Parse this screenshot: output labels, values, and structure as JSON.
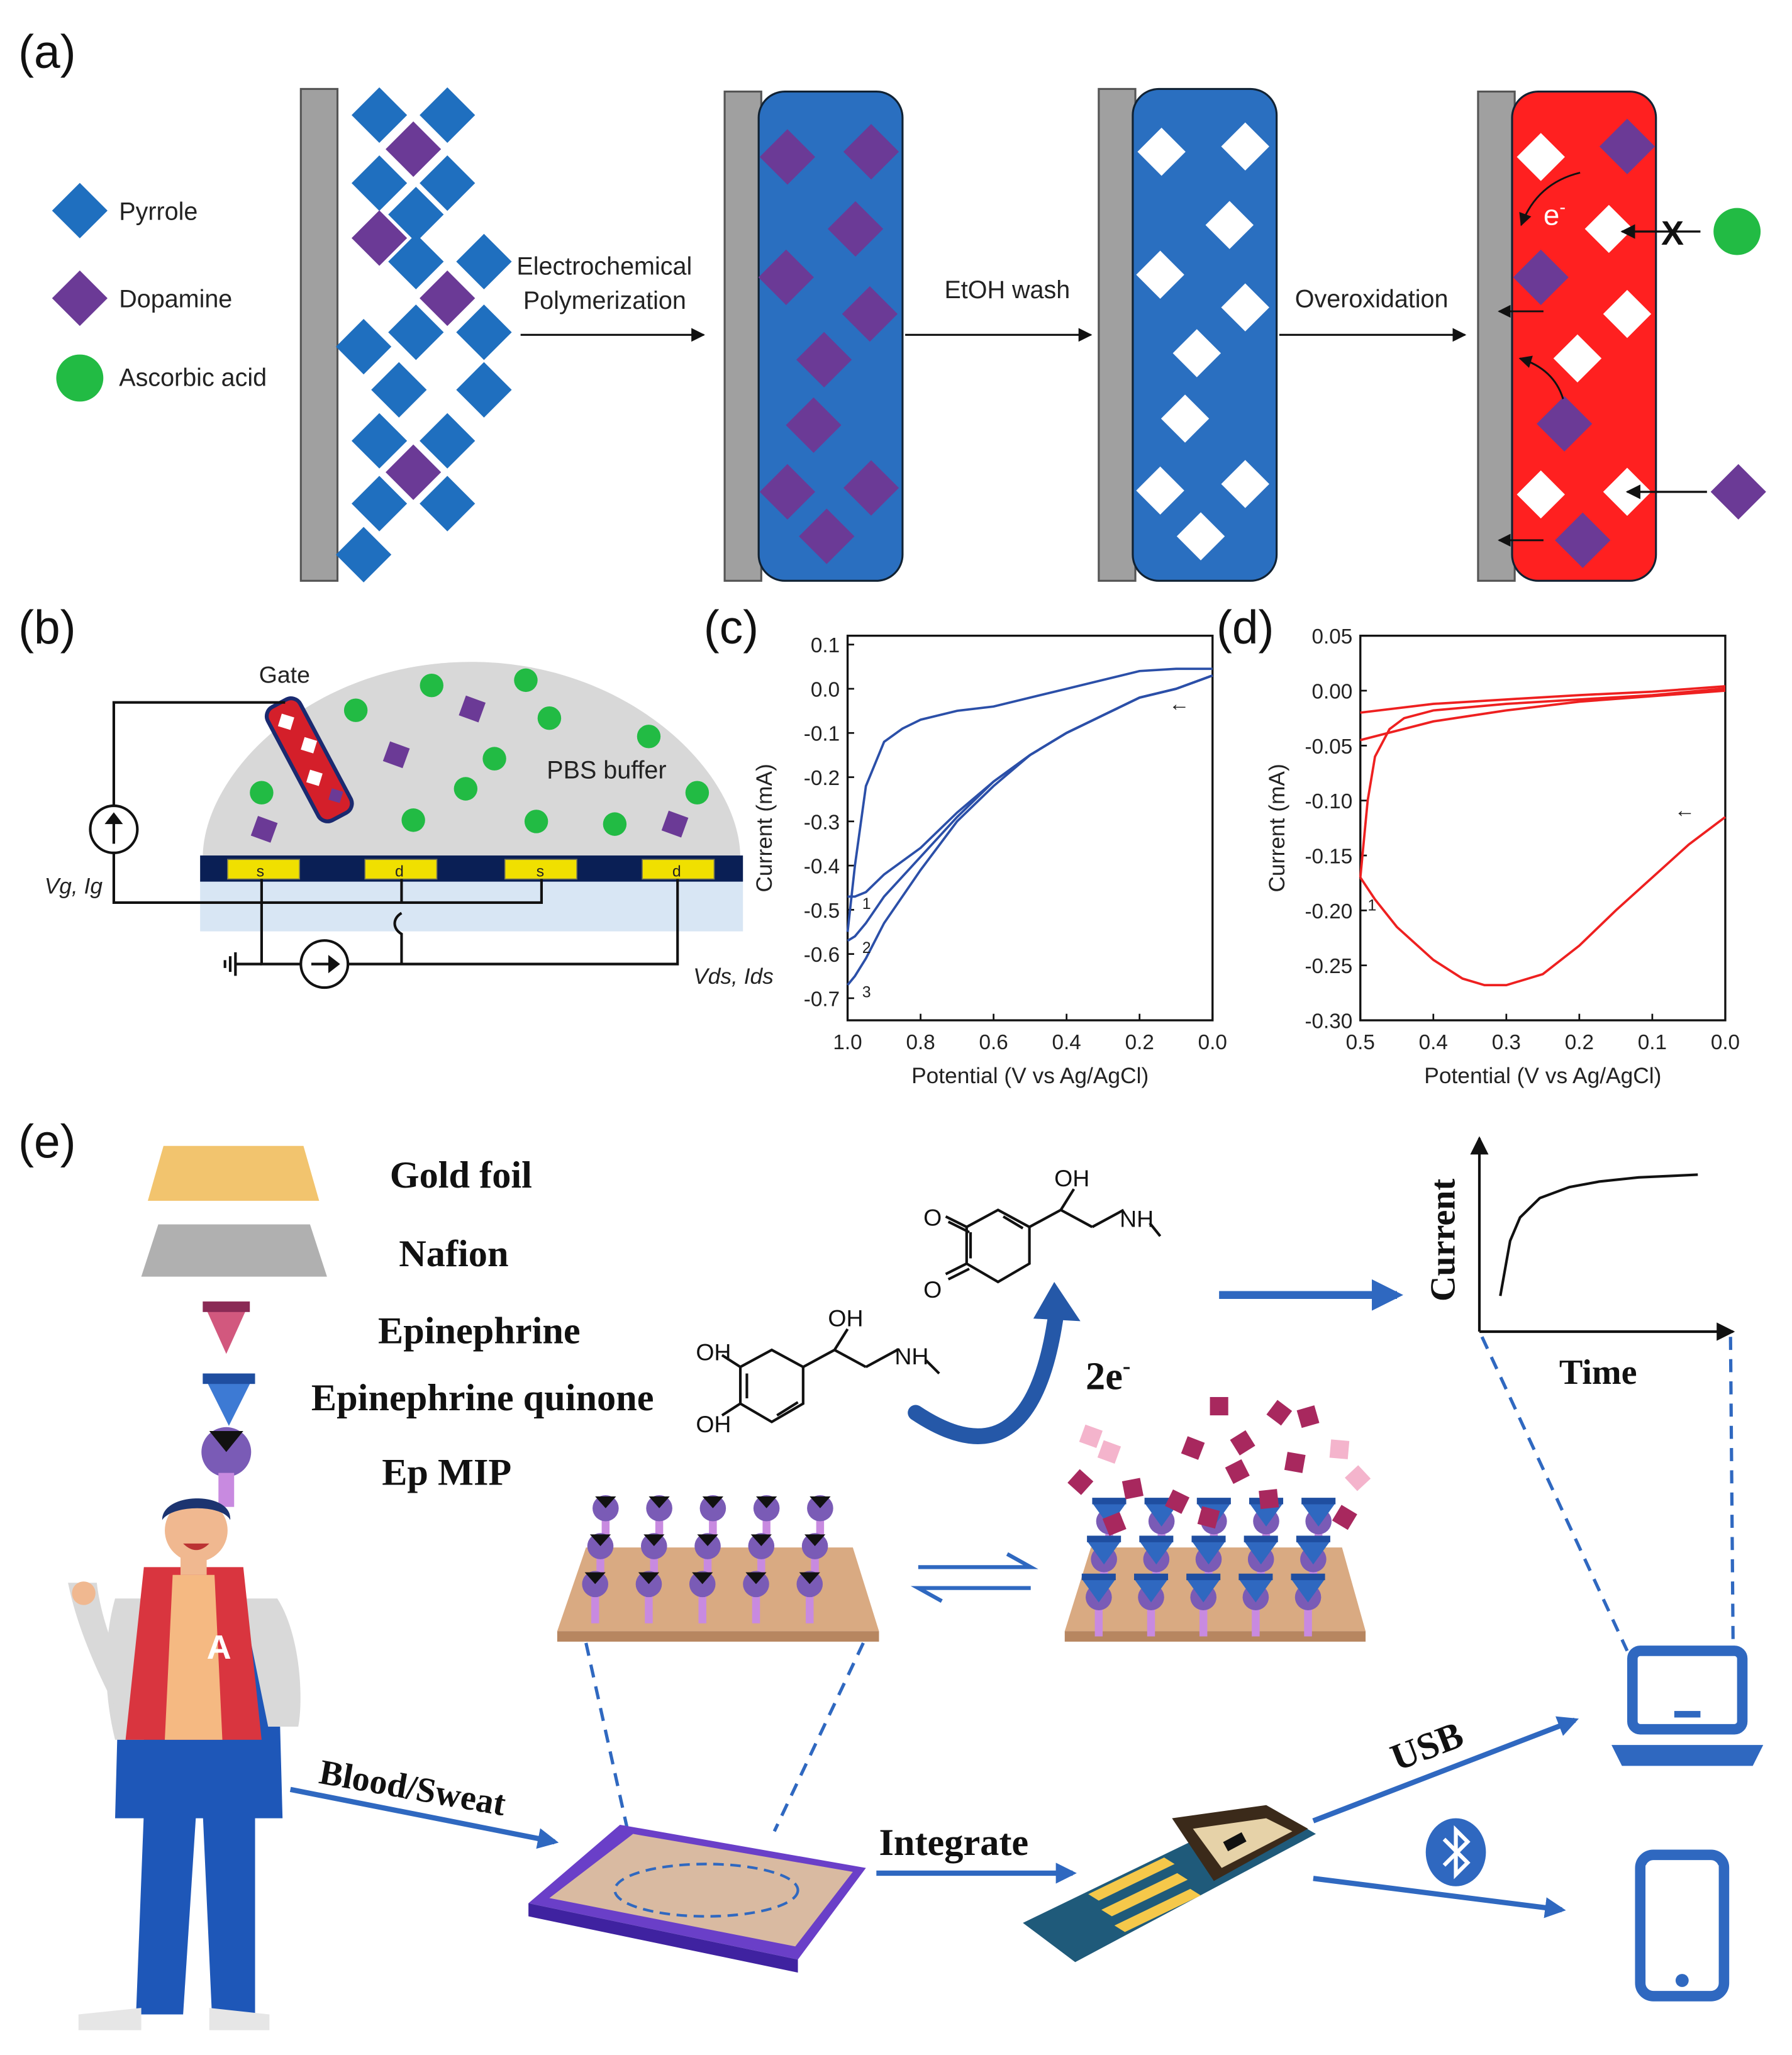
{
  "panel_labels": {
    "a": "(a)",
    "b": "(b)",
    "c": "(c)",
    "d": "(d)",
    "e": "(e)"
  },
  "panel_a": {
    "legend": {
      "pyrrole": "Pyrrole",
      "dopamine": "Dopamine",
      "ascorbic_acid": "Ascorbic acid"
    },
    "colors": {
      "pyrrole": "#1f6fbf",
      "dopamine": "#6b3a96",
      "ascorbic_acid": "#22bb44",
      "polymer": "#2a6fc0",
      "overoxidized": "#ff2020",
      "electrode": "#a0a0a0"
    },
    "step1_line1": "Electrochemical",
    "step1_line2": "Polymerization",
    "step2": "EtOH wash",
    "step3": "Overoxidation",
    "electron": "e",
    "electron_sup": "-",
    "block_mark": "X"
  },
  "panel_b": {
    "gate": "Gate",
    "buffer": "PBS buffer",
    "vg_ig": "Vg, Ig",
    "vds_ids": "Vds, Ids",
    "source": "s",
    "drain": "d"
  },
  "chart_data": [
    {
      "type": "line",
      "panel": "c",
      "color": "#2b4fa8",
      "xlabel": "Potential (V vs Ag/AgCl)",
      "ylabel": "Current (mA)",
      "xlim": [
        1.0,
        0.0
      ],
      "ylim": [
        -0.75,
        0.12
      ],
      "xticks": [
        "1.0",
        "0.8",
        "0.6",
        "0.4",
        "0.2",
        "0.0"
      ],
      "yticks": [
        "0.1",
        "0.0",
        "-0.1",
        "-0.2",
        "-0.3",
        "-0.4",
        "-0.5",
        "-0.6",
        "-0.7"
      ],
      "cycle_labels": [
        "1",
        "2",
        "3"
      ],
      "arrow": "←",
      "series": [
        {
          "x": [
            0.0,
            0.1,
            0.2,
            0.3,
            0.4,
            0.5,
            0.6,
            0.7,
            0.8,
            0.9,
            0.95,
            0.98,
            1.0
          ],
          "y": [
            0.03,
            0.0,
            -0.02,
            -0.06,
            -0.1,
            -0.15,
            -0.21,
            -0.28,
            -0.36,
            -0.42,
            -0.46,
            -0.47,
            -0.47
          ]
        },
        {
          "x": [
            0.0,
            0.1,
            0.2,
            0.3,
            0.4,
            0.5,
            0.6,
            0.7,
            0.8,
            0.9,
            0.95,
            0.98,
            1.0
          ],
          "y": [
            0.03,
            0.0,
            -0.02,
            -0.06,
            -0.1,
            -0.15,
            -0.21,
            -0.29,
            -0.38,
            -0.47,
            -0.53,
            -0.56,
            -0.57
          ]
        },
        {
          "x": [
            0.0,
            0.1,
            0.2,
            0.3,
            0.4,
            0.5,
            0.6,
            0.7,
            0.8,
            0.9,
            0.95,
            0.98,
            1.0
          ],
          "y": [
            0.03,
            0.0,
            -0.02,
            -0.06,
            -0.1,
            -0.15,
            -0.22,
            -0.3,
            -0.41,
            -0.53,
            -0.61,
            -0.65,
            -0.67
          ]
        },
        {
          "x": [
            1.0,
            0.98,
            0.95,
            0.9,
            0.85,
            0.8,
            0.7,
            0.6,
            0.5,
            0.4,
            0.3,
            0.2,
            0.1,
            0.0
          ],
          "y": [
            -0.55,
            -0.4,
            -0.22,
            -0.12,
            -0.09,
            -0.07,
            -0.05,
            -0.04,
            -0.02,
            0.0,
            0.02,
            0.04,
            0.045,
            0.045
          ]
        }
      ]
    },
    {
      "type": "line",
      "panel": "d",
      "color": "#ee2020",
      "xlabel": "Potential (V vs Ag/AgCl)",
      "ylabel": "Current (mA)",
      "xlim": [
        0.5,
        0.0
      ],
      "ylim": [
        -0.3,
        0.05
      ],
      "xticks": [
        "0.5",
        "0.4",
        "0.3",
        "0.2",
        "0.1",
        "0.0"
      ],
      "yticks": [
        "0.05",
        "0.00",
        "-0.05",
        "-0.10",
        "-0.15",
        "-0.20",
        "-0.25",
        "-0.30"
      ],
      "cycle_labels": [
        "1"
      ],
      "arrow": "←",
      "series": [
        {
          "x": [
            0.0,
            0.05,
            0.1,
            0.15,
            0.2,
            0.25,
            0.3,
            0.33,
            0.36,
            0.4,
            0.45,
            0.48,
            0.5
          ],
          "y": [
            -0.115,
            -0.14,
            -0.17,
            -0.2,
            -0.232,
            -0.258,
            -0.268,
            -0.268,
            -0.262,
            -0.245,
            -0.215,
            -0.19,
            -0.17
          ]
        },
        {
          "x": [
            0.5,
            0.49,
            0.48,
            0.46,
            0.44,
            0.4,
            0.3,
            0.2,
            0.1,
            0.0
          ],
          "y": [
            -0.17,
            -0.1,
            -0.06,
            -0.035,
            -0.025,
            -0.018,
            -0.012,
            -0.008,
            -0.004,
            0.002
          ]
        },
        {
          "x": [
            0.0,
            0.1,
            0.2,
            0.3,
            0.4,
            0.5
          ],
          "y": [
            0.0,
            -0.005,
            -0.01,
            -0.018,
            -0.028,
            -0.045
          ]
        },
        {
          "x": [
            0.5,
            0.4,
            0.3,
            0.2,
            0.1,
            0.0
          ],
          "y": [
            -0.02,
            -0.012,
            -0.008,
            -0.004,
            -0.001,
            0.004
          ]
        }
      ]
    },
    {
      "type": "line",
      "panel": "e-inset",
      "xlabel": "Time",
      "ylabel": "Current",
      "series": [
        {
          "x": [
            0,
            0.05,
            0.1,
            0.2,
            0.35,
            0.5,
            0.7,
            1.0
          ],
          "y": [
            0.05,
            0.45,
            0.62,
            0.76,
            0.84,
            0.88,
            0.91,
            0.93
          ]
        }
      ]
    }
  ],
  "panel_e": {
    "legend": {
      "gold_foil": "Gold foil",
      "nafion": "Nafion",
      "epinephrine": "Epinephrine",
      "epinephrine_quinone": "Epinephrine quinone",
      "ep_mip": "Ep MIP"
    },
    "two_e": "2e",
    "two_e_sup": "-",
    "chem_labels": {
      "oh": "OH",
      "nh": "NH",
      "o": "O"
    },
    "flow": {
      "blood_sweat": "Blood/Sweat",
      "integrate": "Integrate",
      "usb": "USB"
    },
    "person_letter": "A",
    "bluetooth_icon": "bluetooth-icon",
    "laptop_icon": "laptop-icon",
    "phone_icon": "phone-icon"
  }
}
